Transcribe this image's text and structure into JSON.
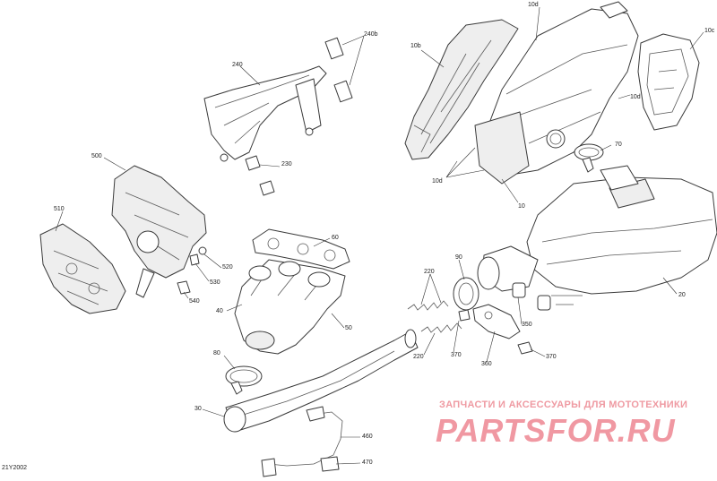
{
  "diagram": {
    "code": "21Y2002",
    "callouts": {
      "c10d_top": "10d",
      "c10b": "10b",
      "c10c": "10c",
      "c10d_right": "10d",
      "c10d_left": "10d",
      "c10": "10",
      "c70": "70",
      "c20": "20",
      "c240": "240",
      "c240b": "240b",
      "c230": "230",
      "c500": "500",
      "c510": "510",
      "c520": "520",
      "c530": "530",
      "c540": "540",
      "c60": "60",
      "c40": "40",
      "c50": "50",
      "c220_top": "220",
      "c220_bottom": "220",
      "c90": "90",
      "c370_left": "370",
      "c360": "360",
      "c350": "350",
      "c370_right": "370",
      "c80": "80",
      "c30": "30",
      "c460": "460",
      "c470": "470"
    }
  },
  "watermark": {
    "caption": "ЗАПЧАСТИ И АКСЕССУАРЫ ДЛЯ МОТОТЕХНИКИ",
    "brand": "PARTSFOR.RU"
  }
}
